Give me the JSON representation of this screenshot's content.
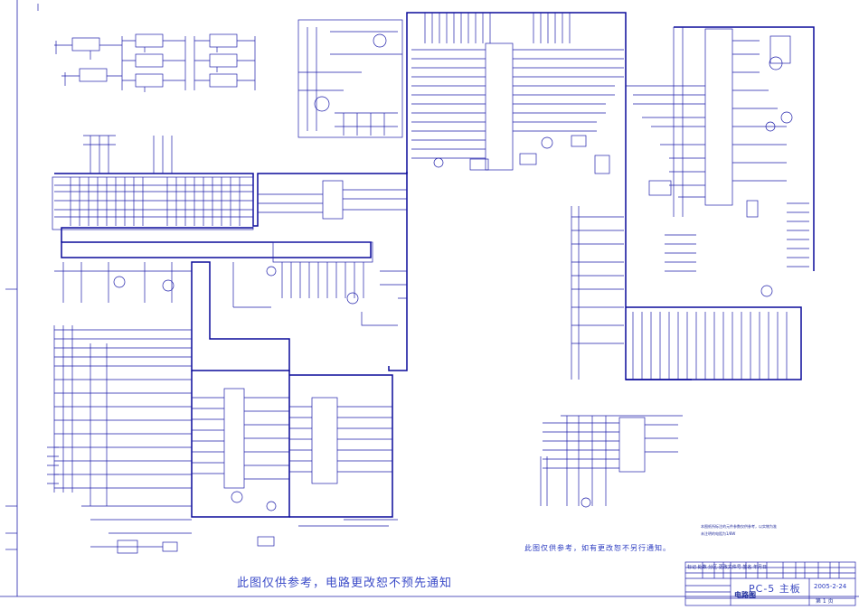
{
  "notes": {
    "main": "此图仅供参考，电路更改恕不预先通知",
    "small": "此图仅供参考，如有更改恕不另行通知。",
    "tiny_1": "本图纸所标注的元件参数仅供参考，以实物为准",
    "tiny_2": "未注明的电阻为1/8W"
  },
  "title_block": {
    "title": "PC-5 主板",
    "date": "2005-2-24",
    "kind": "电路图",
    "sheet": "第 1 页",
    "column_header": "标记 处数 分区 更改文件号 签名 年月日"
  },
  "colors": {
    "line": "#1f1faa",
    "bus": "#0a0a9a",
    "background": "#ffffff"
  }
}
